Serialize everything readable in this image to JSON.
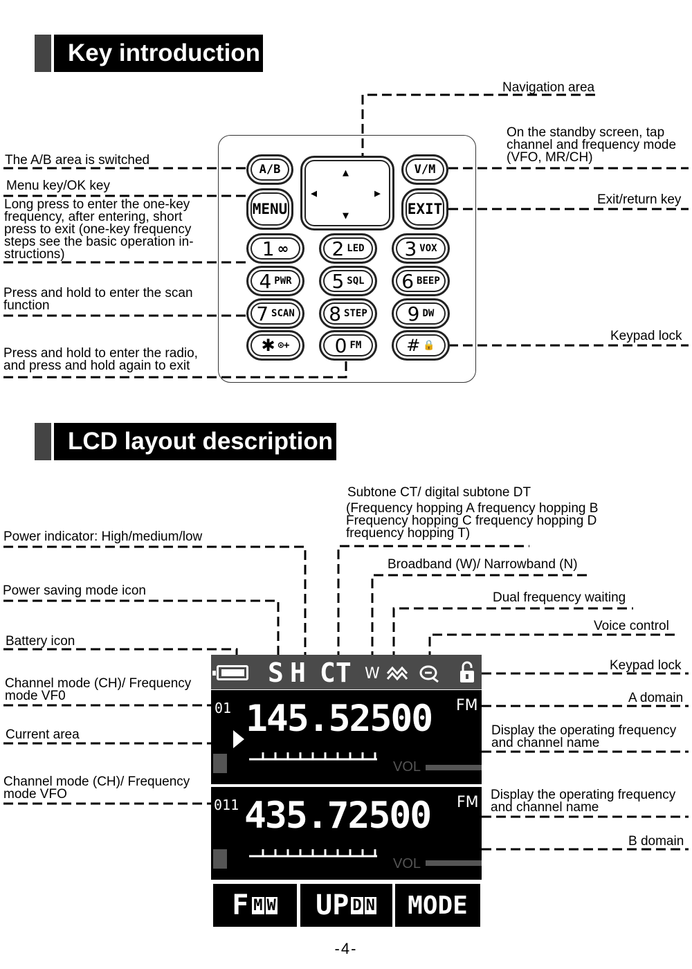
{
  "sections": {
    "keys_title": "Key introduction",
    "lcd_title": "LCD layout description"
  },
  "key_labels": {
    "navigation": "Navigation area",
    "ab_switch": "The A/B area is switched",
    "vm_line1": "On the standby screen, tap",
    "vm_line2": "channel and frequency mode",
    "vm_line3": "(VFO, MR/CH)",
    "menu_title": "Menu key/OK key",
    "menu_l1": "Long press to enter the one-key",
    "menu_l2": "frequency, after entering, short",
    "menu_l3": "press to exit (one-key frequency",
    "menu_l4": "steps see the basic operation in-",
    "menu_l5": "structions)",
    "exit": "Exit/return key",
    "scan_l1": "Press and hold to enter the scan",
    "scan_l2": "function",
    "keypad_lock": "Keypad lock",
    "radio_l1": "Press and hold to enter the radio,",
    "radio_l2": "and press and hold again to exit"
  },
  "keypad": {
    "ab": "A/B",
    "vm": "V/M",
    "menu": "MENU",
    "exit": "EXIT",
    "k1": {
      "digit": "1",
      "sub": "∞"
    },
    "k2": {
      "digit": "2",
      "sub": "LED"
    },
    "k3": {
      "digit": "3",
      "sub": "VOX"
    },
    "k4": {
      "digit": "4",
      "sub": "PWR"
    },
    "k5": {
      "digit": "5",
      "sub": "SQL"
    },
    "k6": {
      "digit": "6",
      "sub": "BEEP"
    },
    "k7": {
      "digit": "7",
      "sub": "SCAN"
    },
    "k8": {
      "digit": "8",
      "sub": "STEP"
    },
    "k9": {
      "digit": "9",
      "sub": "DW"
    },
    "kstar": {
      "digit": "✱",
      "sub": "⊙+"
    },
    "k0": {
      "digit": "0",
      "sub": "FM"
    },
    "khash": {
      "digit": "#",
      "sub": "🔒"
    },
    "arrows": {
      "up": "▲",
      "down": "▼",
      "left": "◀",
      "right": "▶"
    }
  },
  "lcd_labels": {
    "subtone_l1": "Subtone CT/ digital subtone DT",
    "subtone_l2": "(Frequency hopping A frequency hopping B",
    "subtone_l3": "Frequency hopping C frequency hopping D",
    "subtone_l4": "frequency hopping T)",
    "power_indicator": "Power indicator: High/medium/low",
    "bandwidth": "Broadband (W)/ Narrowband (N)",
    "power_saving": "Power saving mode icon",
    "dual_wait": "Dual frequency waiting",
    "voice_control": "Voice control",
    "battery": "Battery icon",
    "keypad_lock": "Keypad lock",
    "ch_mode_a_l1": "Channel mode (CH)/ Frequency",
    "ch_mode_a_l2": "mode VF0",
    "a_domain": "A domain",
    "current_area": "Current area",
    "display_a_l1": "Display the operating frequency",
    "display_a_l2": "and channel name",
    "ch_mode_b_l1": "Channel mode (CH)/ Frequency",
    "ch_mode_b_l2": "mode VFO",
    "display_b_l1": "Display the operating frequency",
    "display_b_l2": "and channel name",
    "b_domain": "B domain"
  },
  "lcd": {
    "status_s": "S",
    "status_h": "H",
    "status_ct": "CT",
    "status_w": "W",
    "a": {
      "channel": "01",
      "freq": "145.52500",
      "fm": "FM",
      "vol": "VOL"
    },
    "b": {
      "channel": "011",
      "freq": "435.72500",
      "fm": "FM",
      "vol": "VOL"
    },
    "soft_keys": {
      "fmw_f": "F",
      "fmw_m": "M",
      "fmw_w": "W",
      "updn_up": "UP",
      "updn_d": "D",
      "updn_n": "N",
      "mode": "MODE"
    }
  },
  "page_number": "-4-"
}
